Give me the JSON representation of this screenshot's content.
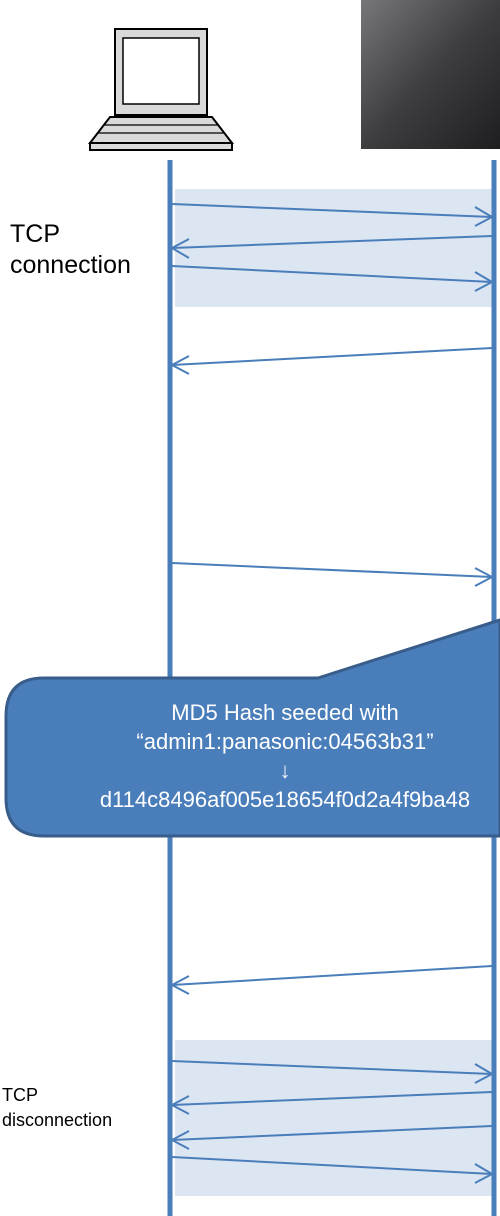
{
  "labels": {
    "tcp_connection": [
      "TCP",
      "connection"
    ],
    "tcp_disconnection": [
      "TCP",
      "disconnection"
    ]
  },
  "callout": {
    "line1": "MD5 Hash seeded with",
    "line2": "“admin1:panasonic:04563b31”",
    "arrow": "↓",
    "line3": "d114c8496af005e18654f0d2a4f9ba48"
  },
  "icons": {
    "client": "laptop-icon",
    "server": "camera-device-icon"
  },
  "colors": {
    "lifeline": "#4a7ebb",
    "message": "#4a7ebb",
    "band": "#dce6f2",
    "callout_fill": "#4a7ebb",
    "callout_border": "#385d8a",
    "callout_text": "#ffffff"
  }
}
